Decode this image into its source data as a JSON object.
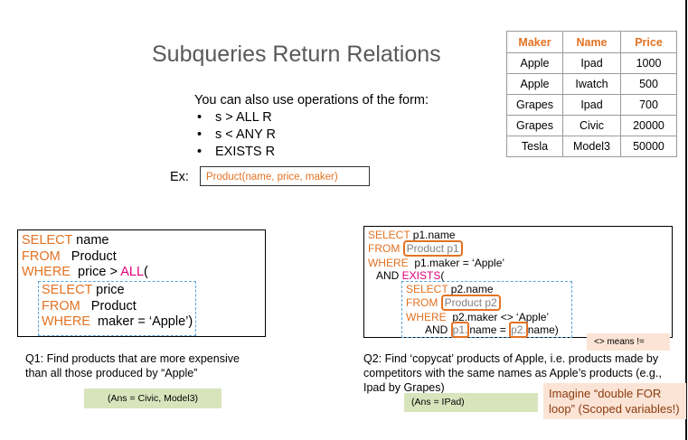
{
  "title": "Subqueries Return Relations",
  "table": {
    "headers": [
      "Maker",
      "Name",
      "Price"
    ],
    "rows": [
      [
        "Apple",
        "Ipad",
        "1000"
      ],
      [
        "Apple",
        "Iwatch",
        "500"
      ],
      [
        "Grapes",
        "Ipad",
        "700"
      ],
      [
        "Grapes",
        "Civic",
        "20000"
      ],
      [
        "Tesla",
        "Model3",
        "50000"
      ]
    ]
  },
  "intro": "You can also use operations of the form:",
  "ops": [
    "s > ALL R",
    "s < ANY R",
    "EXISTS R"
  ],
  "example": {
    "label": "Ex:",
    "schema": "Product(name, price, maker)"
  },
  "q1": {
    "sql": {
      "select_kw": "SELECT",
      "select_rest": " name",
      "from_kw": "FROM",
      "from_rest": "   Product",
      "where_kw": "WHERE",
      "where_rest": "  price > ",
      "all_kw": "ALL",
      "where_tail": "(",
      "sub_select_kw": "SELECT",
      "sub_select_rest": " price",
      "sub_from_kw": "FROM",
      "sub_from_rest": "   Product",
      "sub_where_kw": "WHERE",
      "sub_where_rest": "  maker = ‘Apple’)"
    },
    "question": "Q1: Find products that are more expensive than all those produced by “Apple”",
    "answer": "(Ans = Civic, Model3)"
  },
  "q2": {
    "sql": {
      "select_kw": "SELECT",
      "select_rest": " p1.name",
      "from_kw": "FROM",
      "from_table": "Product p1",
      "where_kw": "WHERE",
      "where_rest": "  p1.maker = ‘Apple’",
      "and_text": "AND ",
      "exists_kw": "EXISTS",
      "exists_tail": "(",
      "sub_select_kw": "SELECT",
      "sub_select_rest": " p2.name",
      "sub_from_kw": "FROM",
      "sub_from_table": "Product p2",
      "sub_where_kw": "WHERE",
      "sub_where_rest": "  p2.maker <> ‘Apple’",
      "sub_and_text": "AND ",
      "p1": "p1.",
      "name_eq": "name = ",
      "p2": "p2.",
      "name_tail": "name)"
    },
    "means_note": "<> means !=",
    "question": "Q2: Find ‘copycat’ products of Apple, i.e. products made by competitors with the same names as Apple’s products (e.g., Ipad by Grapes)",
    "answer": "(Ans = IPad)",
    "imagine": "Imagine “double FOR loop” (Scoped variables!)"
  },
  "colors": {
    "keyword": "#e37222",
    "keyword_magenta": "#e0007a",
    "answer_bg": "#d8e4bc",
    "note_bg": "#fbe4d5",
    "dash": "#5aa3d8"
  }
}
